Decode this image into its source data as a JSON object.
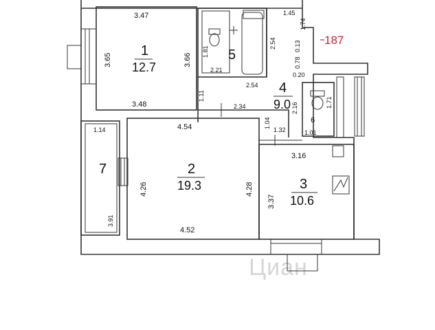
{
  "flat_number": "187",
  "flat_number_color": "#d0213b",
  "watermark": "Циан",
  "rooms": [
    {
      "number": "1",
      "area": "12.7"
    },
    {
      "number": "2",
      "area": "19.3"
    },
    {
      "number": "3",
      "area": "10.6"
    },
    {
      "number": "4",
      "area": "9.0"
    },
    {
      "number": "5",
      "area": ""
    },
    {
      "number": "6",
      "area": ""
    },
    {
      "number": "7",
      "area": ""
    }
  ],
  "dimensions": {
    "r1_top": "3.47",
    "r1_left": "3.65",
    "r1_right": "3.66",
    "r1_bottom": "3.48",
    "r5_left": "1.81",
    "r5_bottom": "2.21",
    "r5_right": "2.54",
    "hall_top": "1.45",
    "hall_a": "1.74",
    "hall_b": "0.13",
    "hall_c": "0.78",
    "hall_d": "0.20",
    "r4_top": "2.54",
    "r4_left": "1.11",
    "r4_bottom": "2.34",
    "r4_right": "2.16",
    "r6_right": "1.71",
    "r6_bottom": "1.01",
    "corr_a": "1.04",
    "corr_b": "1.32",
    "r2_top": "4.54",
    "r2_left": "4.26",
    "r2_right": "4.28",
    "r2_bottom": "4.52",
    "r7_top": "1.14",
    "r7_bottom": "3.91",
    "r3_top": "3.16",
    "r3_left": "3.37"
  }
}
